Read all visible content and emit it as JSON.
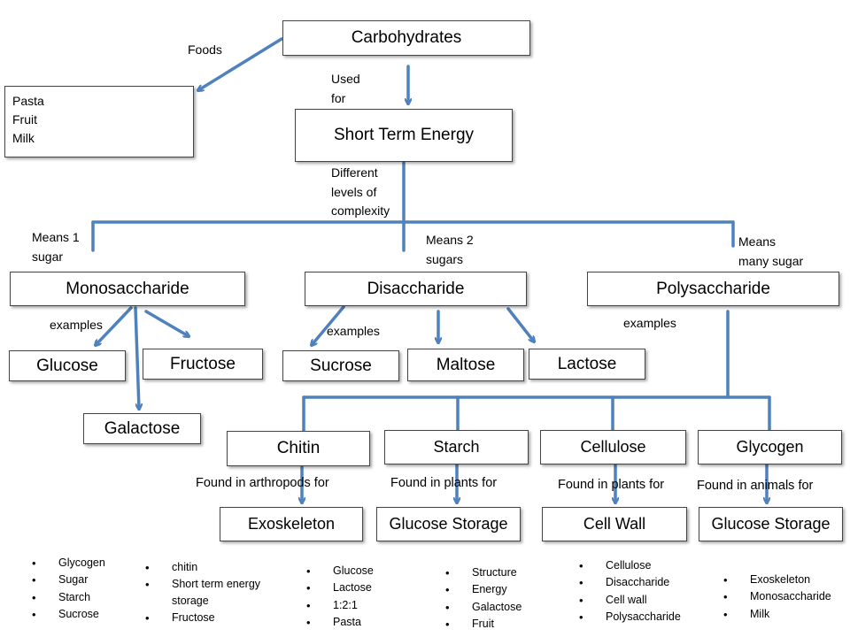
{
  "nodes": {
    "carbohydrates": "Carbohydrates",
    "short_term_energy": "Short Term Energy",
    "foods_box": [
      "Pasta",
      "Fruit",
      "Milk"
    ],
    "monosaccharide": "Monosaccharide",
    "disaccharide": "Disaccharide",
    "polysaccharide": "Polysaccharide",
    "glucose": "Glucose",
    "fructose": "Fructose",
    "galactose": "Galactose",
    "sucrose": "Sucrose",
    "maltose": "Maltose",
    "lactose": "Lactose",
    "chitin": "Chitin",
    "starch": "Starch",
    "cellulose": "Cellulose",
    "glycogen": "Glycogen",
    "exoskeleton": "Exoskeleton",
    "glucose_storage_1": "Glucose Storage",
    "cell_wall": "Cell Wall",
    "glucose_storage_2": "Glucose Storage"
  },
  "labels": {
    "foods": "Foods",
    "used_for": [
      "Used",
      "for"
    ],
    "different_levels": [
      "Different",
      "levels of",
      "complexity"
    ],
    "means_1": [
      "Means 1",
      "sugar"
    ],
    "means_2": [
      "Means 2",
      "sugars"
    ],
    "means_many": [
      "Means",
      "many sugar"
    ],
    "examples_mono": "examples",
    "examples_di": "examples",
    "examples_poly": "examples",
    "found_chitin": "Found in arthropods for",
    "found_starch": "Found in plants for",
    "found_cellulose": "Found in plants for",
    "found_glycogen": "Found in animals for"
  },
  "lists": [
    [
      "Glycogen",
      "Sugar",
      "Starch",
      "Sucrose"
    ],
    [
      "chitin",
      "Short term energy storage",
      "Fructose"
    ],
    [
      "Glucose",
      "Lactose",
      "1:2:1",
      "Pasta"
    ],
    [
      "Structure",
      "Energy",
      "Galactose",
      "Fruit"
    ],
    [
      "Cellulose",
      "Disaccharide",
      "Cell wall",
      "Polysaccharide"
    ],
    [
      "Exoskeleton",
      "Monosaccharide",
      "Milk"
    ]
  ],
  "colors": {
    "connector": "#4f81bd"
  }
}
